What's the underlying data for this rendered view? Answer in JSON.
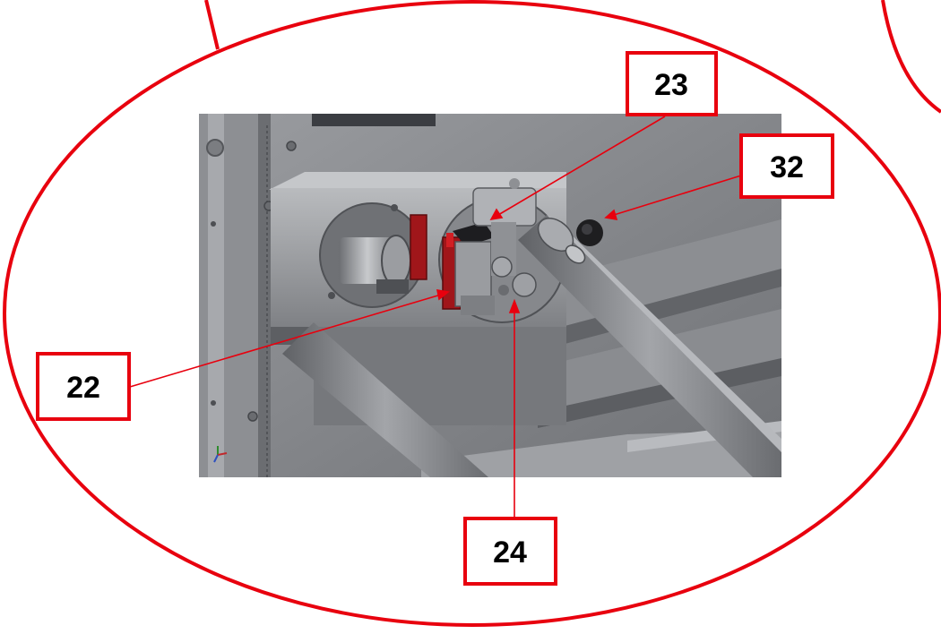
{
  "callouts": [
    {
      "id": "callout-22",
      "label": "22"
    },
    {
      "id": "callout-23",
      "label": "23"
    },
    {
      "id": "callout-32",
      "label": "32"
    },
    {
      "id": "callout-24",
      "label": "24"
    }
  ],
  "colors": {
    "callout_red": "#e8000e",
    "panel_grey": "#8a8c90",
    "background": "#ffffff",
    "part_red": "#a0161a",
    "knob_black": "#1e1e20"
  },
  "drawing_parts": [
    "machine-frame",
    "housing-block",
    "shaft",
    "red-pads",
    "clamp-assembly",
    "support-bar",
    "adjustment-knob",
    "rails"
  ]
}
